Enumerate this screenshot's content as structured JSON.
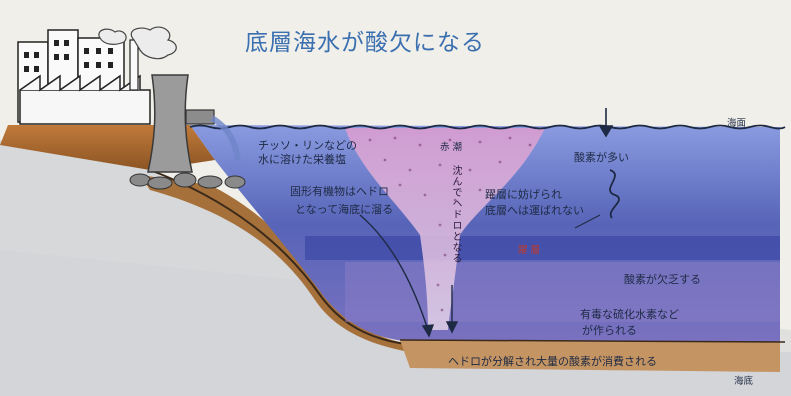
{
  "title": "底層海水が酸欠になる",
  "labels": {
    "sea_surface": "海面",
    "seabed": "海底",
    "nutrients": [
      "チッソ・リンなどの",
      "水に溶けた栄養塩"
    ],
    "organic_matter": [
      "固形有機物はヘドロ",
      "となって海底に溜る"
    ],
    "oxygen_rich": "酸素が多い",
    "thermocline_block": [
      "躍層に妨げられ",
      "底層へは運ばれない"
    ],
    "thermocline": "躍 層",
    "plankton": "赤 潮",
    "sinking": "沈んでヘドロとなる",
    "oxygen_deficient": "酸素が欠乏する",
    "h2s": [
      "有毒な硫化水素など",
      "が作られる"
    ],
    "sludge_decomp": "ヘドロが分解され大量の酸素が消費される"
  },
  "colors": {
    "title": "#3a6fb0",
    "surface_water": "#7f8fd6",
    "middle_water": "#5563b8",
    "deep_water": "#7a73bf",
    "plankton": "#c98cc4",
    "sludge": "#b98a52",
    "land": "#a9682e",
    "sky": "#f1efe9",
    "cutaway": "#d4d6d8"
  },
  "icons": [
    "factory-icon",
    "chimney-smoke-icon",
    "drain-pipe-icon",
    "down-arrow-icon",
    "squiggle-arrow-icon"
  ]
}
